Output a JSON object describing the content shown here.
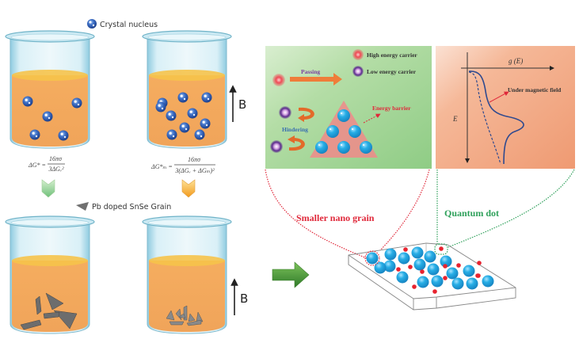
{
  "figure": {
    "legend_top": {
      "icon": "crystal-nucleus-sphere-icon",
      "label": "Crystal nucleus"
    },
    "legend_mid": {
      "icon": "grain-wedge-icon",
      "label": "Pb doped SnSe Grain"
    },
    "field_label": "B",
    "equation_left": {
      "lhs": "ΔG* =",
      "numerator": "16πσ",
      "denominator": "3ΔGᵥ²"
    },
    "equation_right": {
      "lhs": "ΔG*ₘ =",
      "numerator": "16πσ",
      "denominator": "3(ΔGᵥ + ΔGₘ)²"
    },
    "beakers": [
      {
        "name": "beaker-no-field-nuclei",
        "magnetic_field": false,
        "nuclei_count": 5
      },
      {
        "name": "beaker-field-nuclei",
        "magnetic_field": true,
        "nuclei_count": 10
      },
      {
        "name": "beaker-no-field-grains",
        "magnetic_field": false,
        "grain_size": "large"
      },
      {
        "name": "beaker-field-grains",
        "magnetic_field": true,
        "grain_size": "small"
      }
    ],
    "green_panel": {
      "legend_high": "High energy carrier",
      "legend_low": "Low energy carrier",
      "passing": "Passing",
      "hindering": "Hindering",
      "barrier": "Energy barrier"
    },
    "orange_panel": {
      "x_axis": "g (E)",
      "y_axis": "E",
      "curve_label": "Under magnetic field"
    },
    "labels": {
      "smaller_grain": "Smaller nano grain",
      "quantum_dot": "Quantum dot"
    },
    "colors": {
      "liquid": "#f2a95e",
      "liquid_top": "#f5c04a",
      "glass": "#bfe3ee",
      "nucleus": "#2f5fb3",
      "grain": "#6e6e6e",
      "green_panel": "#a9d99a",
      "orange_panel": "#f2a683",
      "red_text": "#e0283a",
      "green_text": "#2ea05a",
      "blue_dot": "#1fa8e0",
      "red_dot": "#e8232f",
      "green_arrow": "#4c9a34"
    }
  }
}
